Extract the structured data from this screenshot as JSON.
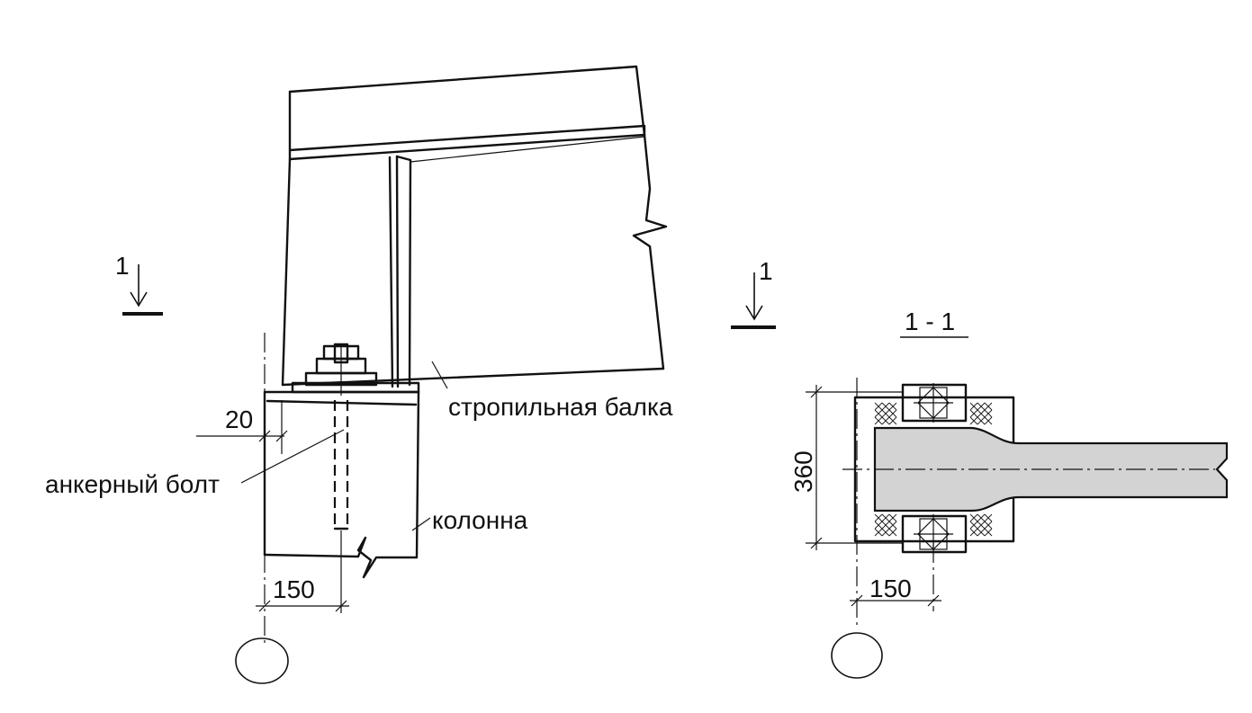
{
  "labels": {
    "rafter_beam": "стропильная балка",
    "anchor_bolt": "анкерный болт",
    "column": "колонна",
    "section_title": "1 - 1"
  },
  "section_marks": {
    "left": "1",
    "right": "1"
  },
  "dimensions": {
    "plate_offset": "20",
    "bolt_offset_elevation": "150",
    "section_height": "360",
    "bolt_offset_section": "150"
  },
  "colors": {
    "line": "#111111",
    "beam_fill": "#d3d3d3"
  }
}
